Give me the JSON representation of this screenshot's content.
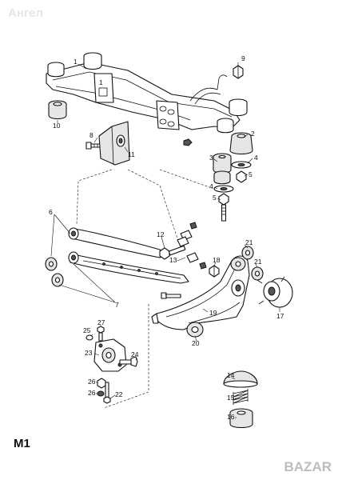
{
  "watermark_top": "Ангел",
  "watermark_bottom": "BAZAR",
  "sheet_code": "M1",
  "callouts": {
    "c1": "1",
    "c2": "2",
    "c3": "3",
    "c4a": "4",
    "c4b": "4",
    "c5a": "5",
    "c5b": "5",
    "c6": "6",
    "c7": "7",
    "c8": "8",
    "c9": "9",
    "c10": "10",
    "c11": "11",
    "c12": "12",
    "c13": "13",
    "c14": "14",
    "c15": "15",
    "c16": "16",
    "c17": "17",
    "c18": "18",
    "c19": "19",
    "c20": "20",
    "c21a": "21",
    "c21b": "21",
    "c22": "22",
    "c23": "23",
    "c24": "24",
    "c25": "25",
    "c26a": "26",
    "c26b": "26",
    "c27": "27"
  }
}
